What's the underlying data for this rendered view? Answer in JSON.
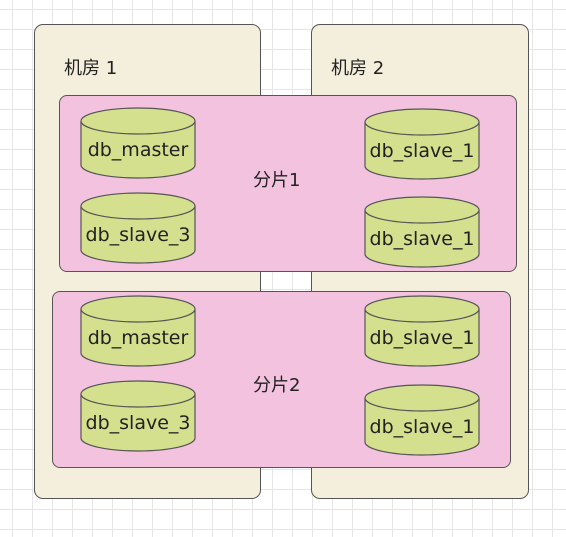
{
  "rooms": [
    {
      "label": "机房 1"
    },
    {
      "label": "机房 2"
    }
  ],
  "shards": [
    {
      "label": "分片1",
      "left_dbs": [
        "db_master",
        "db_slave_3"
      ],
      "right_dbs": [
        "db_slave_1",
        "db_slave_1"
      ]
    },
    {
      "label": "分片2",
      "left_dbs": [
        "db_master",
        "db_slave_3"
      ],
      "right_dbs": [
        "db_slave_1",
        "db_slave_1"
      ]
    }
  ],
  "colors": {
    "room_fill": "#f4eedc",
    "shard_fill": "#f2c2df",
    "db_fill": "#d4e08e",
    "stroke": "#555555"
  }
}
